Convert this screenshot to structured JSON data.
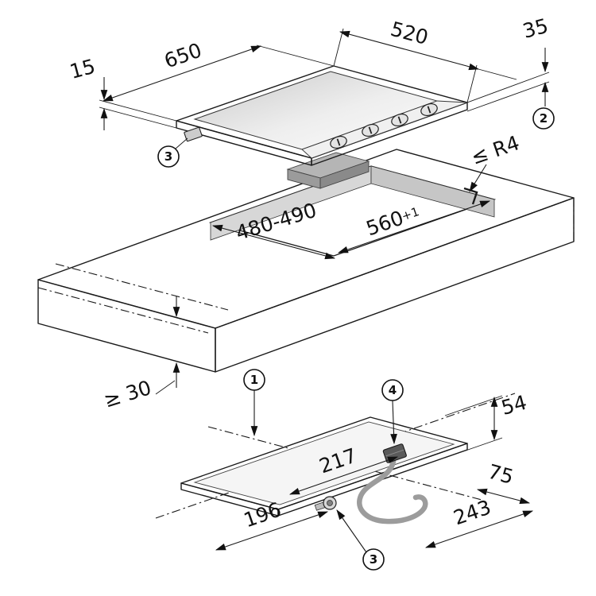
{
  "colors": {
    "line": "#1a1a1a",
    "worktop_surface": "#f2f2f2",
    "hob_surface": "#ededed",
    "cutout_wall": "#c6c6c6",
    "cable": "#9c9c9c"
  },
  "top_view": {
    "dim_width": "650",
    "dim_depth": "520",
    "dim_height_right": "35",
    "dim_height_left": "15",
    "callout_side": "2",
    "callout_ignition": "3"
  },
  "worktop": {
    "dim_cutout_depth": "480-490",
    "dim_cutout_width": "560",
    "dim_cutout_width_tol": "+1",
    "dim_corner_radius": "≤ R4",
    "dim_min_clearance": "≥ 30",
    "callout_appliance": "1"
  },
  "bottom_view": {
    "dim_gas_offset_front": "217",
    "dim_gas_offset_left": "196",
    "dim_cable_length": "243",
    "dim_mains_offset": "75",
    "dim_body_height": "54",
    "callout_mains": "4",
    "callout_gas": "3"
  }
}
